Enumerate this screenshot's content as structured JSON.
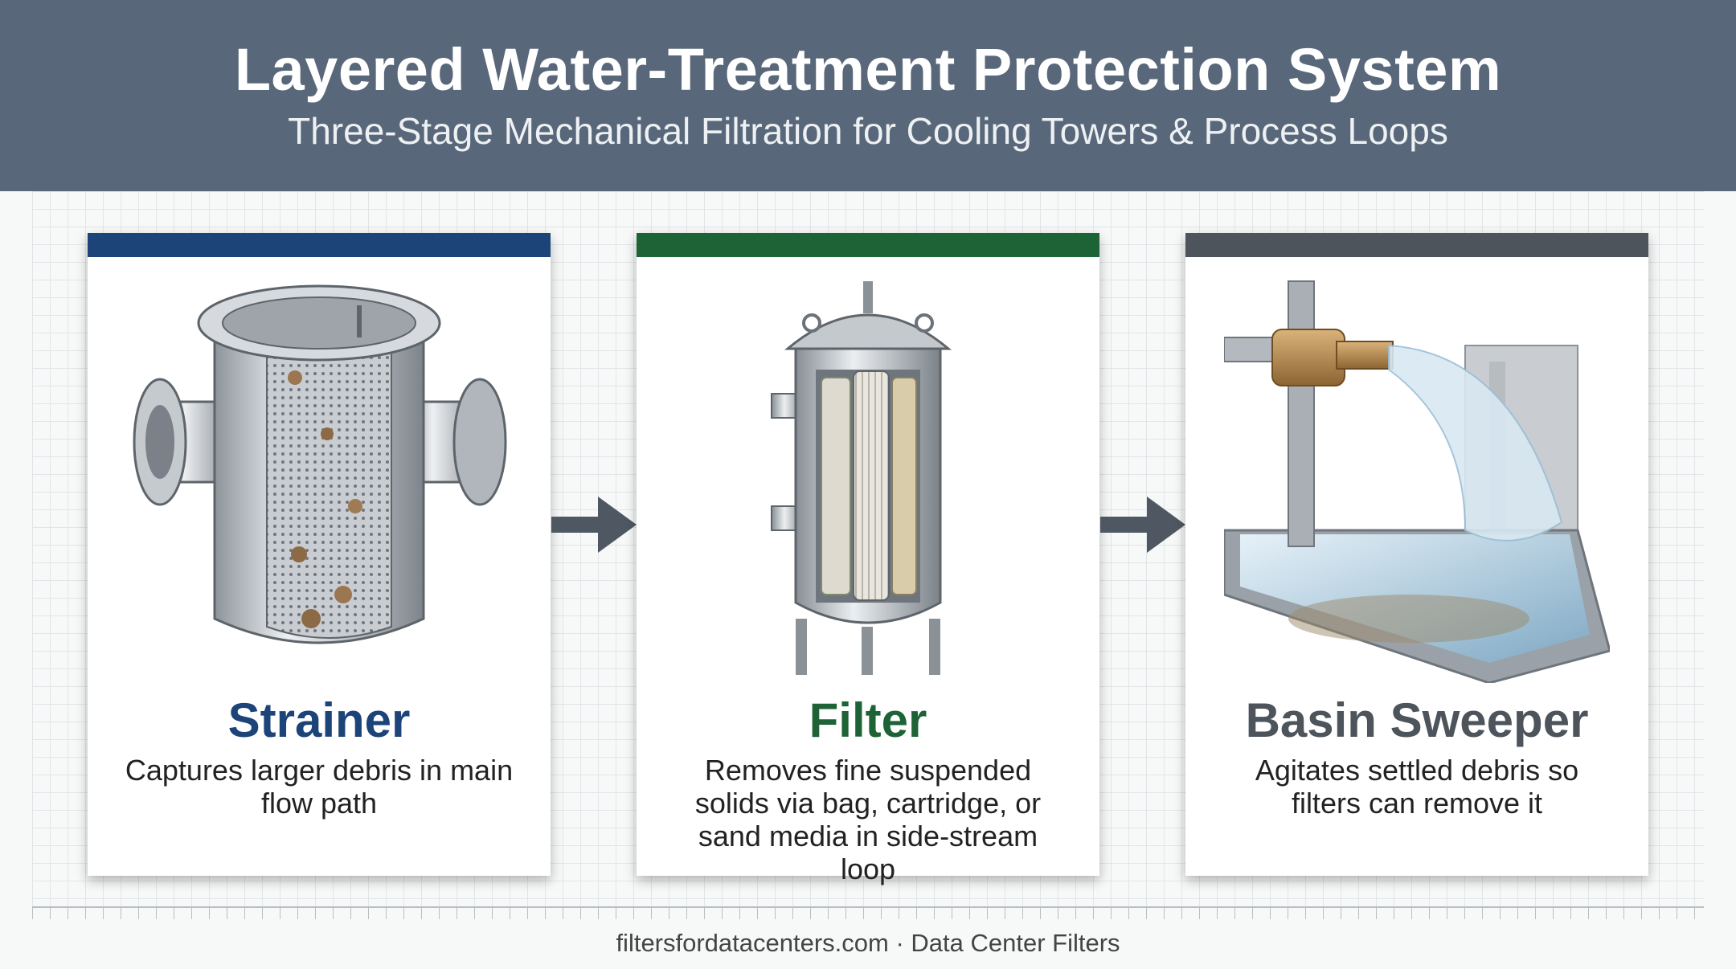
{
  "header": {
    "title": "Layered Water-Treatment Protection System",
    "subtitle": "Three-Stage Mechanical Filtration for Cooling Towers & Process Loops"
  },
  "stages": [
    {
      "title": "Strainer",
      "description": "Captures larger debris in main flow path",
      "accent_color": "#1c4479",
      "icon": "basket-strainer-icon"
    },
    {
      "title": "Filter",
      "description": "Removes fine suspended solids via bag, cartridge, or sand media in side-stream loop",
      "accent_color": "#1e6336",
      "icon": "cartridge-filter-housing-icon"
    },
    {
      "title": "Basin Sweeper",
      "description": "Agitates settled debris so filters can remove it",
      "accent_color": "#4d545c",
      "icon": "basin-sweeper-nozzle-icon"
    }
  ],
  "footer": {
    "credit": "filtersfordatacenters.com · Data Center Filters"
  }
}
